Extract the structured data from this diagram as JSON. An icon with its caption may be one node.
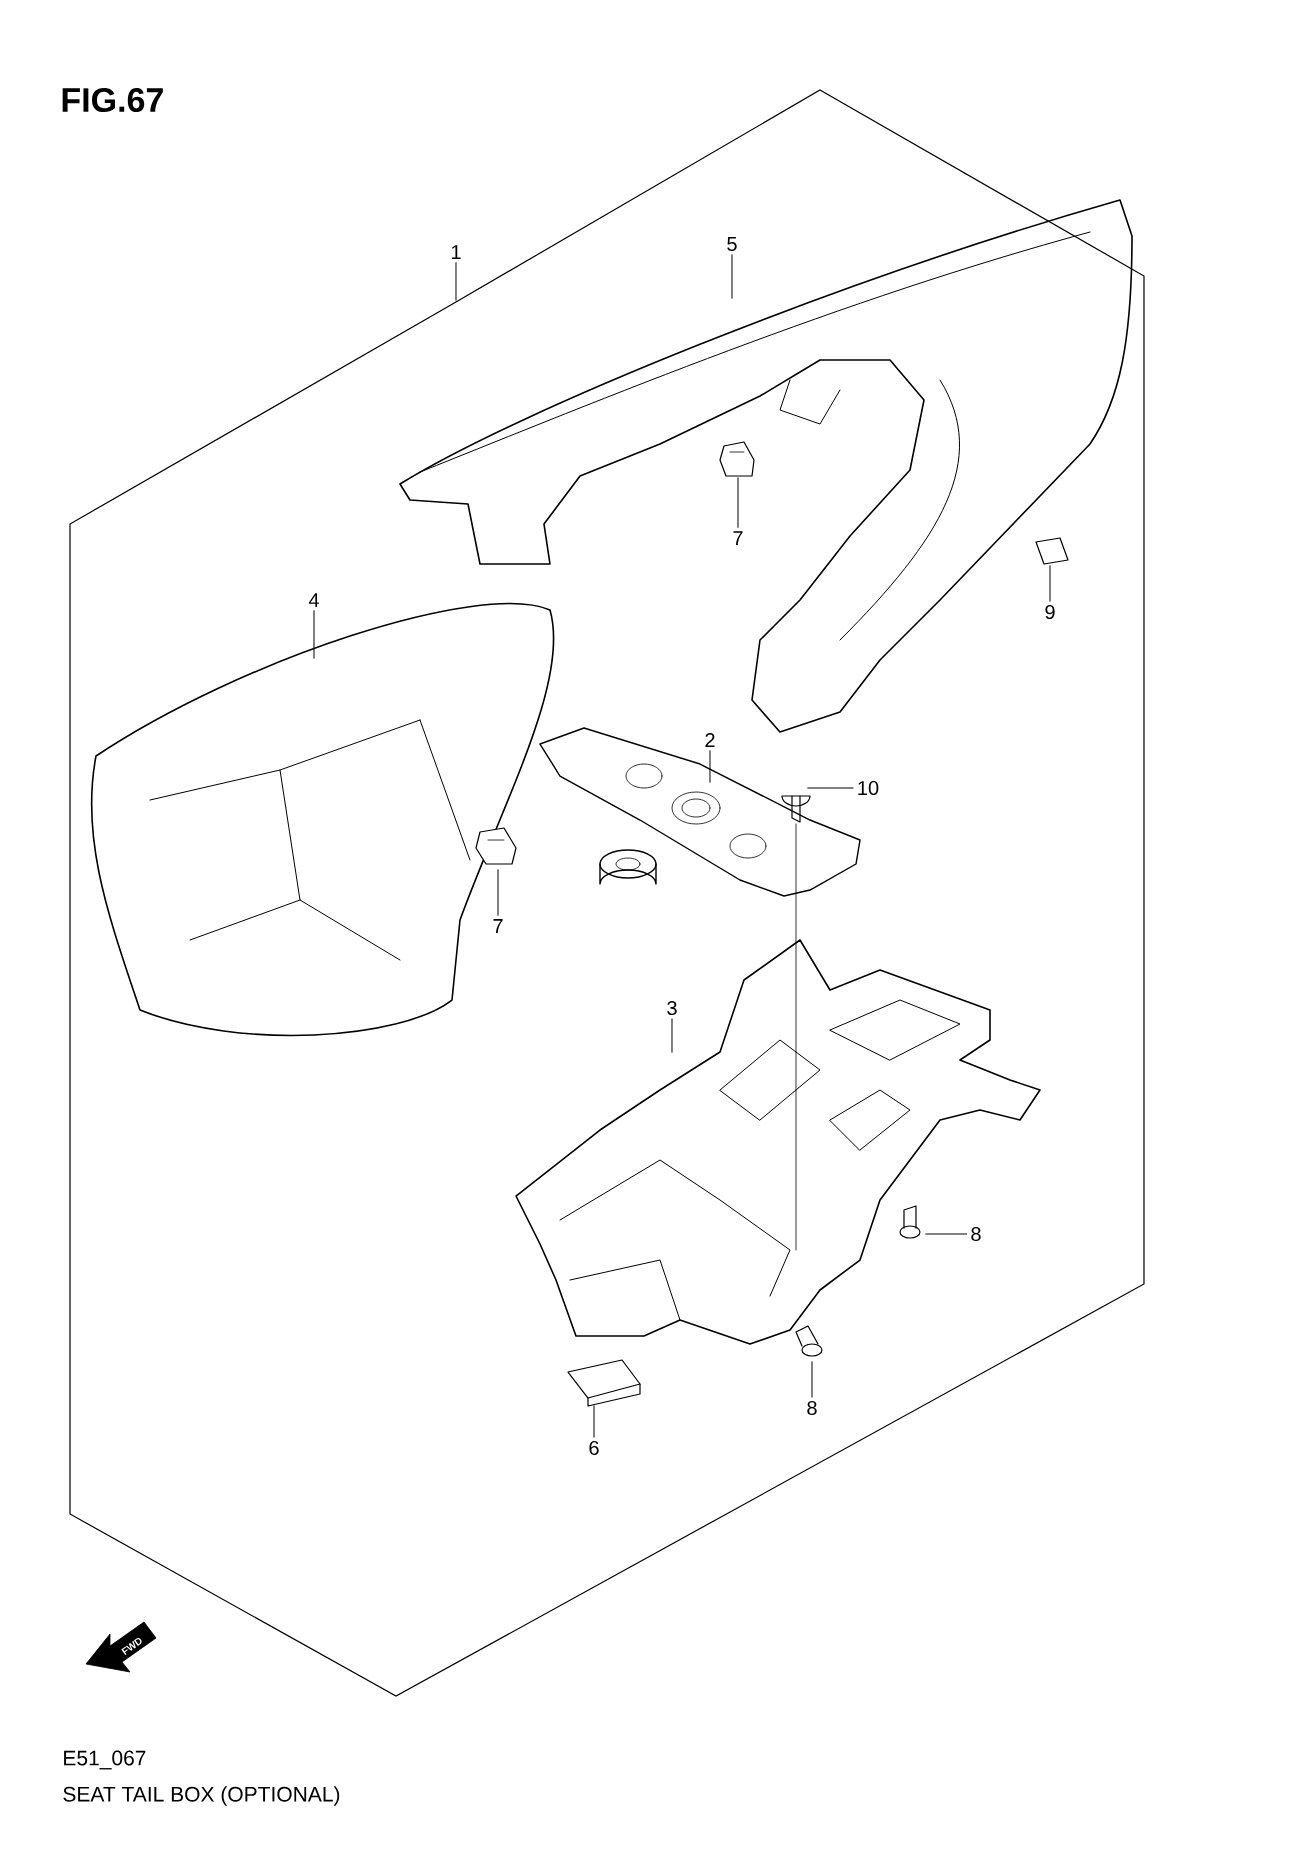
{
  "diagram": {
    "title": "FIG.67",
    "caption": "SEAT TAIL BOX (OPTIONAL)",
    "nodes": [
      {
        "text": [],
        "shape": "box"
      },
      {
        "text": [
          "1"
        ]
      },
      {
        "text": [],
        "shape": "picture",
        "in": 0
      },
      {
        "text": [
          "5"
        ],
        "in": 0
      },
      {
        "text": [],
        "shape": "picture",
        "in": 0
      },
      {
        "text": [
          "7"
        ],
        "in": 0
      },
      {
        "text": [],
        "shape": "picture",
        "in": 0
      },
      {
        "text": [
          "9"
        ],
        "in": 0
      },
      {
        "text": [],
        "shape": "picture",
        "in": 0
      },
      {
        "text": [
          "4"
        ],
        "in": 0
      },
      {
        "text": [],
        "shape": "picture",
        "in": 0
      },
      {
        "text": [
          "7"
        ],
        "in": 0
      },
      {
        "text": [],
        "shape": "picture",
        "in": 0
      },
      {
        "text": [
          "2"
        ],
        "in": 0
      },
      {
        "text": [],
        "shape": "picture",
        "in": 0
      },
      {
        "text": [
          "10"
        ],
        "in": 0
      },
      {
        "text": [],
        "shape": "picture",
        "in": 0
      },
      {
        "text": [
          "3"
        ],
        "in": 0
      },
      {
        "text": [],
        "shape": "picture",
        "in": 0
      },
      {
        "text": [
          "8"
        ],
        "in": 0
      },
      {
        "text": [],
        "shape": "picture",
        "in": 0
      },
      {
        "text": [
          "8"
        ],
        "in": 0
      },
      {
        "text": [],
        "shape": "picture",
        "in": 0
      },
      {
        "text": [
          "6"
        ],
        "in": 0
      }
    ],
    "edges": [
      {
        "from": 1,
        "to": 0,
        "arrow": "none"
      },
      {
        "from": 3,
        "to": 2,
        "arrow": "none"
      },
      {
        "from": 5,
        "to": 4,
        "arrow": "none"
      },
      {
        "from": 7,
        "to": 6,
        "arrow": "none"
      },
      {
        "from": 9,
        "to": 8,
        "arrow": "none"
      },
      {
        "from": 11,
        "to": 10,
        "arrow": "none"
      },
      {
        "from": 13,
        "to": 12,
        "arrow": "none"
      },
      {
        "from": 15,
        "to": 14,
        "arrow": "none"
      },
      {
        "from": 17,
        "to": 16,
        "arrow": "none"
      },
      {
        "from": 19,
        "to": 18,
        "arrow": "none"
      },
      {
        "from": 21,
        "to": 20,
        "arrow": "none"
      },
      {
        "from": 23,
        "to": 22,
        "arrow": "none"
      }
    ],
    "labels": [
      "FWD",
      "E51_067"
    ]
  }
}
